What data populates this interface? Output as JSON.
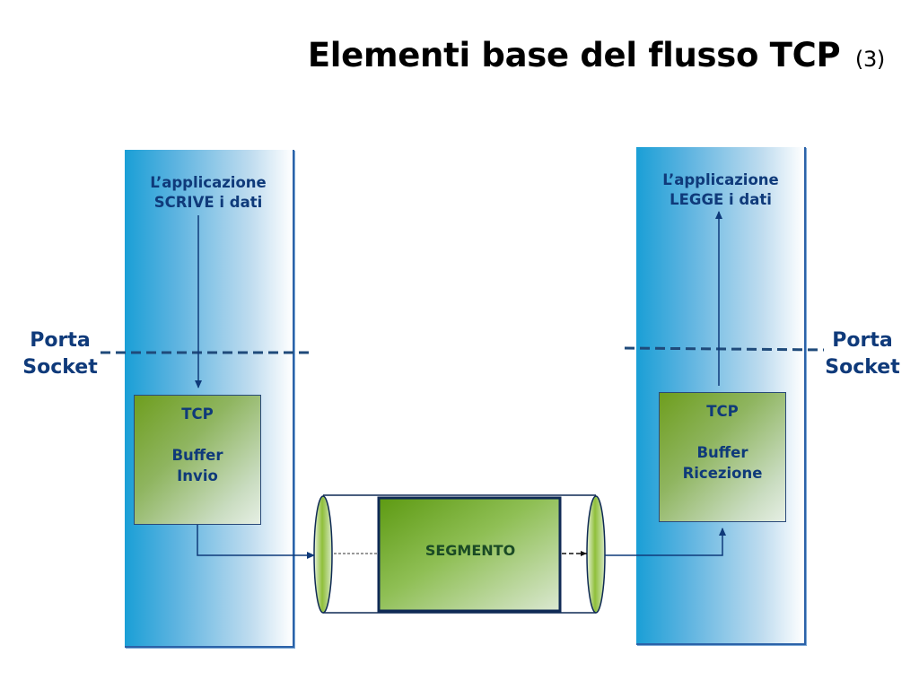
{
  "title": {
    "main": "Elementi base del flusso TCP",
    "suffix": "(3)"
  },
  "left": {
    "app_line1": "L’applicazione",
    "app_line2": "SCRIVE i dati",
    "tcp_label": "TCP",
    "buffer_line1": "Buffer",
    "buffer_line2": "Invio",
    "socket_line1": "Porta",
    "socket_line2": "Socket"
  },
  "right": {
    "app_line1": "L’applicazione",
    "app_line2": "LEGGE i dati",
    "tcp_label": "TCP",
    "buffer_line1": "Buffer",
    "buffer_line2": "Ricezione",
    "socket_line1": "Porta",
    "socket_line2": "Socket"
  },
  "segment": {
    "label": "SEGMENTO"
  },
  "colors": {
    "navy": "#0f3a7a",
    "dash": "#1f4a7a",
    "column_top": "#1a9fd6",
    "buffer_green": "#6e9e1e",
    "segment_green": "#5d9a12"
  }
}
